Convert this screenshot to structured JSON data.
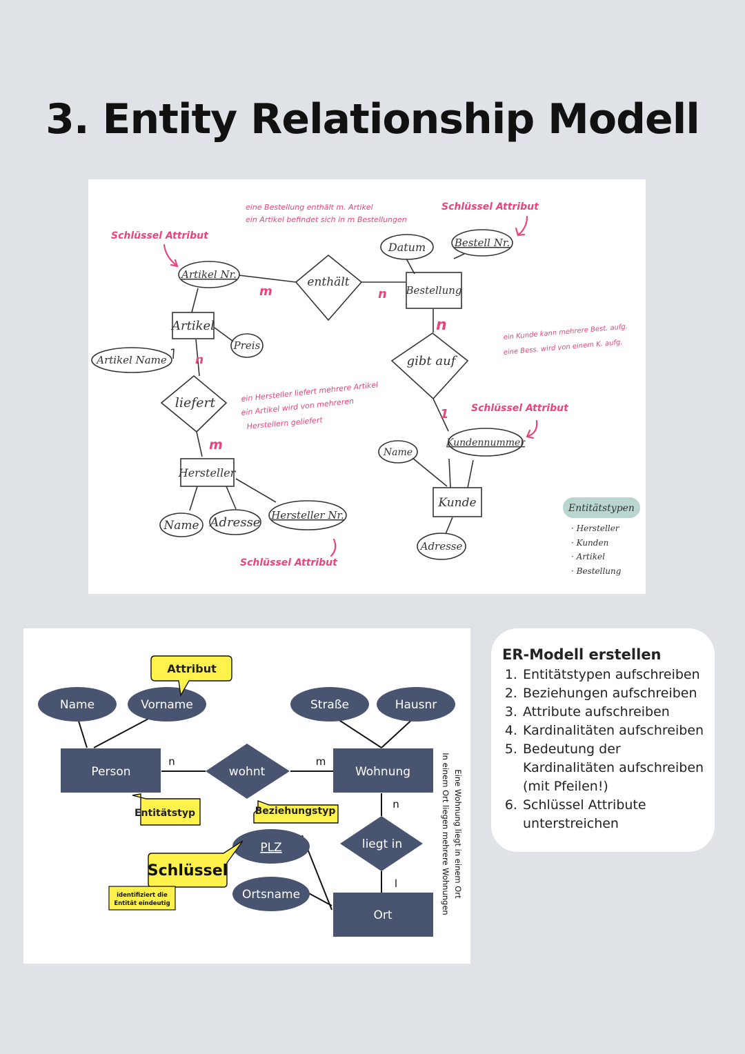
{
  "title": "3. Entity Relationship Modell",
  "sketch": {
    "note_top_1": "eine Bestellung enthält m. Artikel",
    "note_top_2": "ein Artikel befindet sich in m Bestellungen",
    "key_label_1": "Schlüssel Attribut",
    "key_label_2": "Schlüssel Attribut",
    "key_label_3": "Schlüssel Attribut",
    "key_label_4": "Schlüssel Attribut",
    "artikel_nr": "Artikel Nr.",
    "enthaelt": "enthält",
    "datum": "Datum",
    "bestell_nr": "Bestell Nr.",
    "bestellung": "Bestellung",
    "artikel": "Artikel",
    "preis": "Preis",
    "artikel_name": "Artikel Name",
    "liefert": "liefert",
    "gibt_auf": "gibt auf",
    "hersteller": "Hersteller",
    "name_h": "Name",
    "adresse_h": "Adresse",
    "hersteller_nr": "Hersteller Nr.",
    "name_k": "Name",
    "kundennummer": "Kundennummer",
    "kunde": "Kunde",
    "adresse_k": "Adresse",
    "card_m1": "m",
    "card_n1": "n",
    "card_n2": "n",
    "card_n3": "n",
    "card_m2": "m",
    "card_1": "1",
    "note_liefert_1": "ein Hersteller liefert mehrere Artikel",
    "note_liefert_2": "ein Artikel wird von mehreren",
    "note_liefert_3": "Herstellern geliefert",
    "note_kunde_1": "ein Kunde kann mehrere Best. aufg.",
    "note_kunde_2": "eine Bess. wird von einem K. aufg.",
    "legend_title": "Entitätstypen",
    "legend_items": [
      "· Hersteller",
      "· Kunden",
      "· Artikel",
      "· Bestellung"
    ]
  },
  "example": {
    "name": "Name",
    "vorname": "Vorname",
    "strasse": "Straße",
    "hausnr": "Hausnr",
    "person": "Person",
    "wohnt": "wohnt",
    "wohnung": "Wohnung",
    "liegt_in": "liegt in",
    "plz": "PLZ",
    "ortsname": "Ortsname",
    "ort": "Ort",
    "n1": "n",
    "m1": "m",
    "n2": "n",
    "one": "l",
    "callout_attribut": "Attribut",
    "callout_entitaetstyp": "Entitätstyp",
    "callout_beziehungstyp": "Beziehungstyp",
    "callout_schluessel": "Schlüssel",
    "callout_identifiziert_1": "identifiziert die",
    "callout_identifiziert_2": "Entität eindeutig",
    "side_note_1": "Eine Wohnung liegt in einem Ort",
    "side_note_2": "In einem Ort liegen mehrere Wohnungen"
  },
  "steps": {
    "heading": "ER-Modell erstellen",
    "items": [
      "Entitätstypen aufschreiben",
      "Beziehungen aufschreiben",
      "Attribute aufschreiben",
      "Kardinalitäten aufschreiben",
      "Bedeutung der Kardinalitäten aufschreiben (mit Pfeilen!)",
      "Schlüssel Attribute unterstreichen"
    ]
  },
  "colors": {
    "entity": "#485470",
    "callout": "#fff24d",
    "pink": "#e8457f",
    "legend_bg": "#b9d6d1"
  }
}
